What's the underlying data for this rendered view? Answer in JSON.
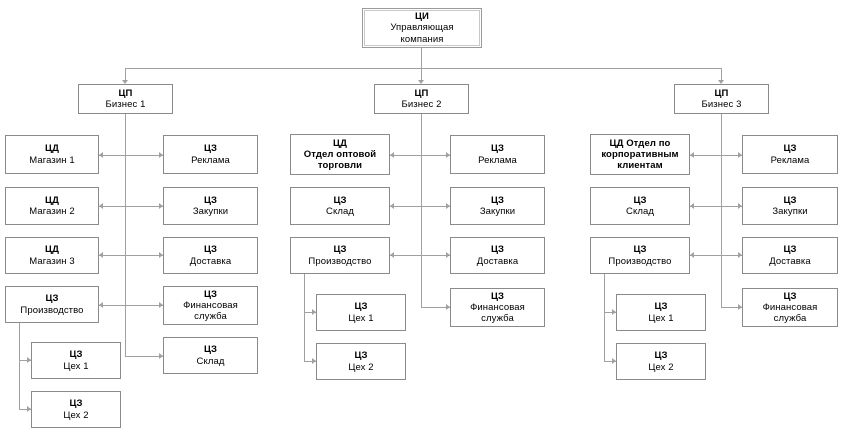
{
  "diagram": {
    "title_root": {
      "line1": "ЦИ",
      "line2": "Управляющая",
      "line3": "компания"
    },
    "colors": {
      "box_border": "#8a8a8a",
      "connector": "#a0a0a0",
      "background": "#ffffff",
      "text": "#000000"
    },
    "divisions": [
      {
        "header": {
          "line1": "ЦП",
          "line2": "Бизнес 1"
        },
        "left": [
          {
            "line1": "ЦД",
            "line2": "Магазин 1"
          },
          {
            "line1": "ЦД",
            "line2": "Магазин 2"
          },
          {
            "line1": "ЦД",
            "line2": "Магазин 3"
          },
          {
            "line1": "ЦЗ",
            "line2": "Производство"
          }
        ],
        "right": [
          {
            "line1": "ЦЗ",
            "line2": "Реклама"
          },
          {
            "line1": "ЦЗ",
            "line2": "Закупки"
          },
          {
            "line1": "ЦЗ",
            "line2": "Доставка"
          },
          {
            "line1": "ЦЗ",
            "line2": "Финансовая",
            "line3": "служба"
          },
          {
            "line1": "ЦЗ",
            "line2": "Склад"
          }
        ],
        "sub": [
          {
            "line1": "ЦЗ",
            "line2": "Цех 1"
          },
          {
            "line1": "ЦЗ",
            "line2": "Цех 2"
          }
        ]
      },
      {
        "header": {
          "line1": "ЦП",
          "line2": "Бизнес 2"
        },
        "left": [
          {
            "line1": "ЦД",
            "line2": "Отдел оптовой",
            "line3": "торговли",
            "bold": true
          },
          {
            "line1": "ЦЗ",
            "line2": "Склад"
          },
          {
            "line1": "ЦЗ",
            "line2": "Производство"
          }
        ],
        "right": [
          {
            "line1": "ЦЗ",
            "line2": "Реклама"
          },
          {
            "line1": "ЦЗ",
            "line2": "Закупки"
          },
          {
            "line1": "ЦЗ",
            "line2": "Доставка"
          },
          {
            "line1": "ЦЗ",
            "line2": "Финансовая",
            "line3": "служба"
          }
        ],
        "sub": [
          {
            "line1": "ЦЗ",
            "line2": "Цех 1"
          },
          {
            "line1": "ЦЗ",
            "line2": "Цех 2"
          }
        ]
      },
      {
        "header": {
          "line1": "ЦП",
          "line2": "Бизнес 3"
        },
        "left": [
          {
            "line1": "ЦД Отдел по",
            "line2": "корпоративным",
            "line3": "клиентам",
            "bold": true
          },
          {
            "line1": "ЦЗ",
            "line2": "Склад"
          },
          {
            "line1": "ЦЗ",
            "line2": "Производство"
          }
        ],
        "right": [
          {
            "line1": "ЦЗ",
            "line2": "Реклама"
          },
          {
            "line1": "ЦЗ",
            "line2": "Закупки"
          },
          {
            "line1": "ЦЗ",
            "line2": "Доставка"
          },
          {
            "line1": "ЦЗ",
            "line2": "Финансовая",
            "line3": "служба"
          }
        ],
        "sub": [
          {
            "line1": "ЦЗ",
            "line2": "Цех 1"
          },
          {
            "line1": "ЦЗ",
            "line2": "Цех 2"
          }
        ]
      }
    ]
  }
}
